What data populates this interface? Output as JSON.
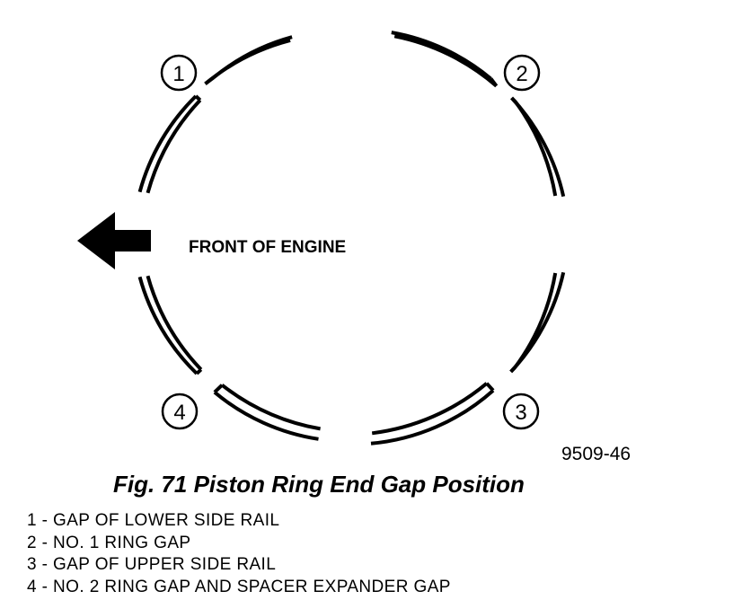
{
  "diagram": {
    "direction_label": "FRONT OF ENGINE",
    "figure_id": "9509-46",
    "callouts": [
      "1",
      "2",
      "3",
      "4"
    ]
  },
  "caption": "Fig. 71 Piston Ring End Gap Position",
  "legend": [
    "1 - GAP OF LOWER SIDE RAIL",
    "2 - NO. 1 RING GAP",
    "3 - GAP OF UPPER SIDE RAIL",
    "4 - NO. 2 RING GAP AND SPACER EXPANDER GAP"
  ],
  "icons": {
    "front_arrow": "arrow-left-icon"
  },
  "colors": {
    "ink": "#000000",
    "background": "#ffffff"
  }
}
